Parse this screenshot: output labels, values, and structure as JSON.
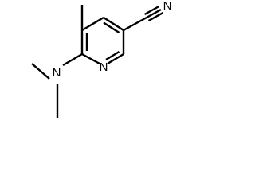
{
  "molecule": {
    "atoms": {
      "ring_nitrogen": "N",
      "nitrile_nitrogen": "N",
      "amine_nitrogen": "N"
    }
  }
}
